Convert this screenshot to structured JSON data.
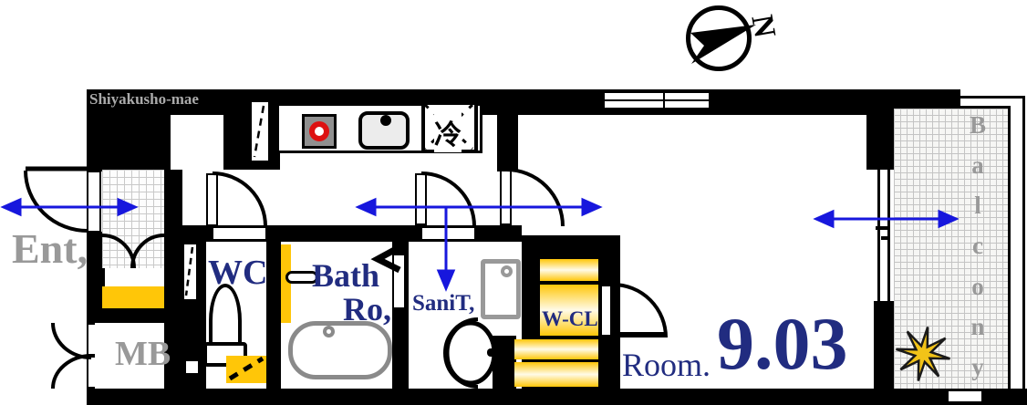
{
  "plan": {
    "station_label": "Shiyakusho-mae",
    "compass_letter": "N",
    "rooms": {
      "entrance": "Ent,",
      "meter_box": "MB",
      "toilet": "WC",
      "bath_line1": "Bath",
      "bath_line2": "Ro,",
      "sanitary": "SaniT,",
      "walkin_closet": "W-CL",
      "room_label": "Room.",
      "room_area": "9.03",
      "fridge_kanji": "冷",
      "balcony_letters": [
        "B",
        "a",
        "l",
        "c",
        "o",
        "n",
        "y"
      ]
    },
    "colors": {
      "accent_blue": "#1717dd",
      "navy_text": "#212c80",
      "highlight_yellow": "#ffc608",
      "gray_text": "#999999",
      "stove_red": "#dd1111"
    }
  }
}
